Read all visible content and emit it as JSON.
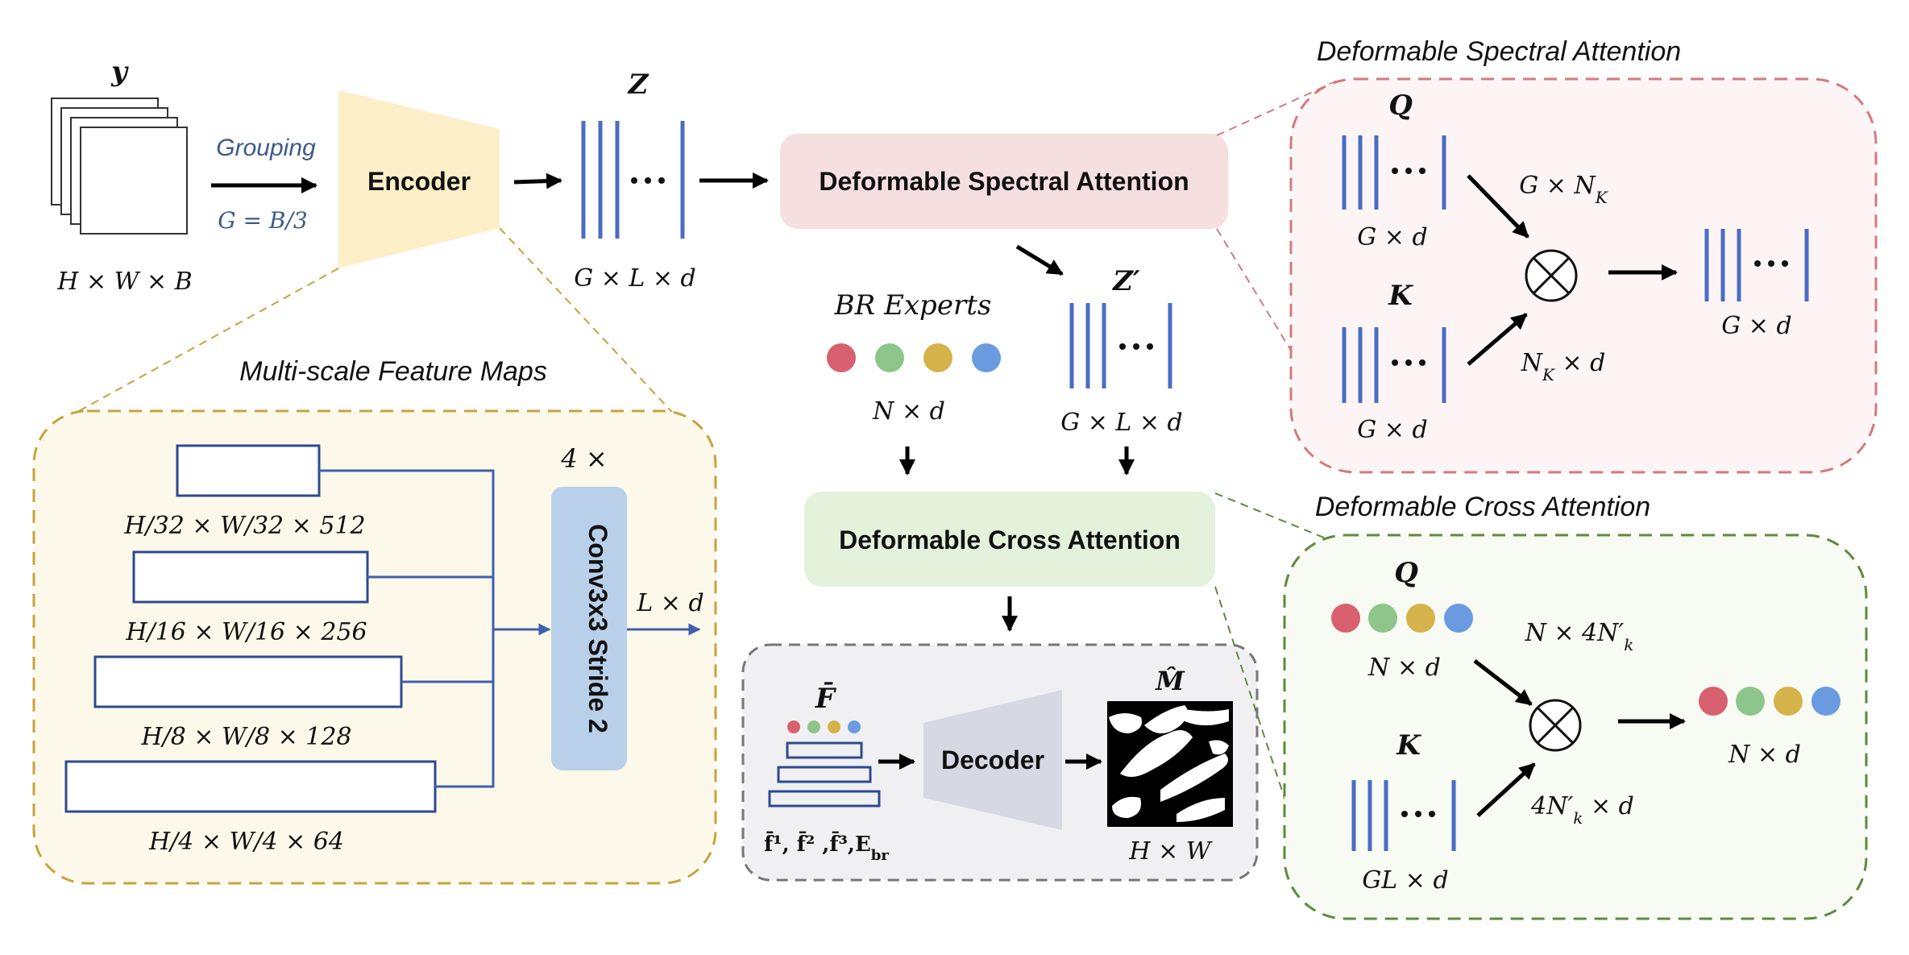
{
  "input": {
    "label": "y",
    "dims": "H × W × B",
    "grouping": "Grouping",
    "group_eq": "G = B/3"
  },
  "encoder": {
    "label": "Encoder"
  },
  "z": {
    "label": "Z",
    "dims": "G × L × d"
  },
  "dsa_block": {
    "label": "Deformable Spectral Attention"
  },
  "zprime": {
    "label": "Z′",
    "dims": "G × L × d"
  },
  "experts": {
    "label": "BR Experts",
    "dims": "N × d",
    "colors": [
      "#d9606e",
      "#8ec58a",
      "#d6b24a",
      "#6a9ae0"
    ]
  },
  "dca_block": {
    "label": "Deformable Cross Attention"
  },
  "multiscale": {
    "title": "Multi-scale Feature Maps",
    "repeat": "4 ×",
    "conv": "Conv3x3  Stride 2",
    "output": "L × d",
    "maps": [
      "H/32 × W/32 × 512",
      "H/16 × W/16 × 256",
      "H/8 × W/8 × 128",
      "H/4 × W/4 × 64"
    ]
  },
  "decoder_panel": {
    "fbar": "F̄",
    "features": "f̄¹, f̄² ,f̄³,E",
    "features_sub": "br",
    "decoder": "Decoder",
    "mhat": "M̂",
    "mask_dims": "H × W"
  },
  "dsa_panel": {
    "title": "Deformable Spectral Attention",
    "q": "Q",
    "q_dims": "G × d",
    "k": "K",
    "k_dims": "G × d",
    "qk_dims": "G × N",
    "qk_sub": "K",
    "kv_dims": "N",
    "kv_sub": "K",
    "kv_rest": " × d",
    "out_dims": "G × d"
  },
  "dca_panel": {
    "title": "Deformable Cross Attention",
    "q": "Q",
    "q_dims": "N × d",
    "k": "K",
    "k_dims": "GL × d",
    "qk_dims": "N × 4N′",
    "qk_sub": "k",
    "kv_dims": "4N′",
    "kv_sub": "k",
    "kv_rest": " × d",
    "out_dims": "N × d"
  }
}
